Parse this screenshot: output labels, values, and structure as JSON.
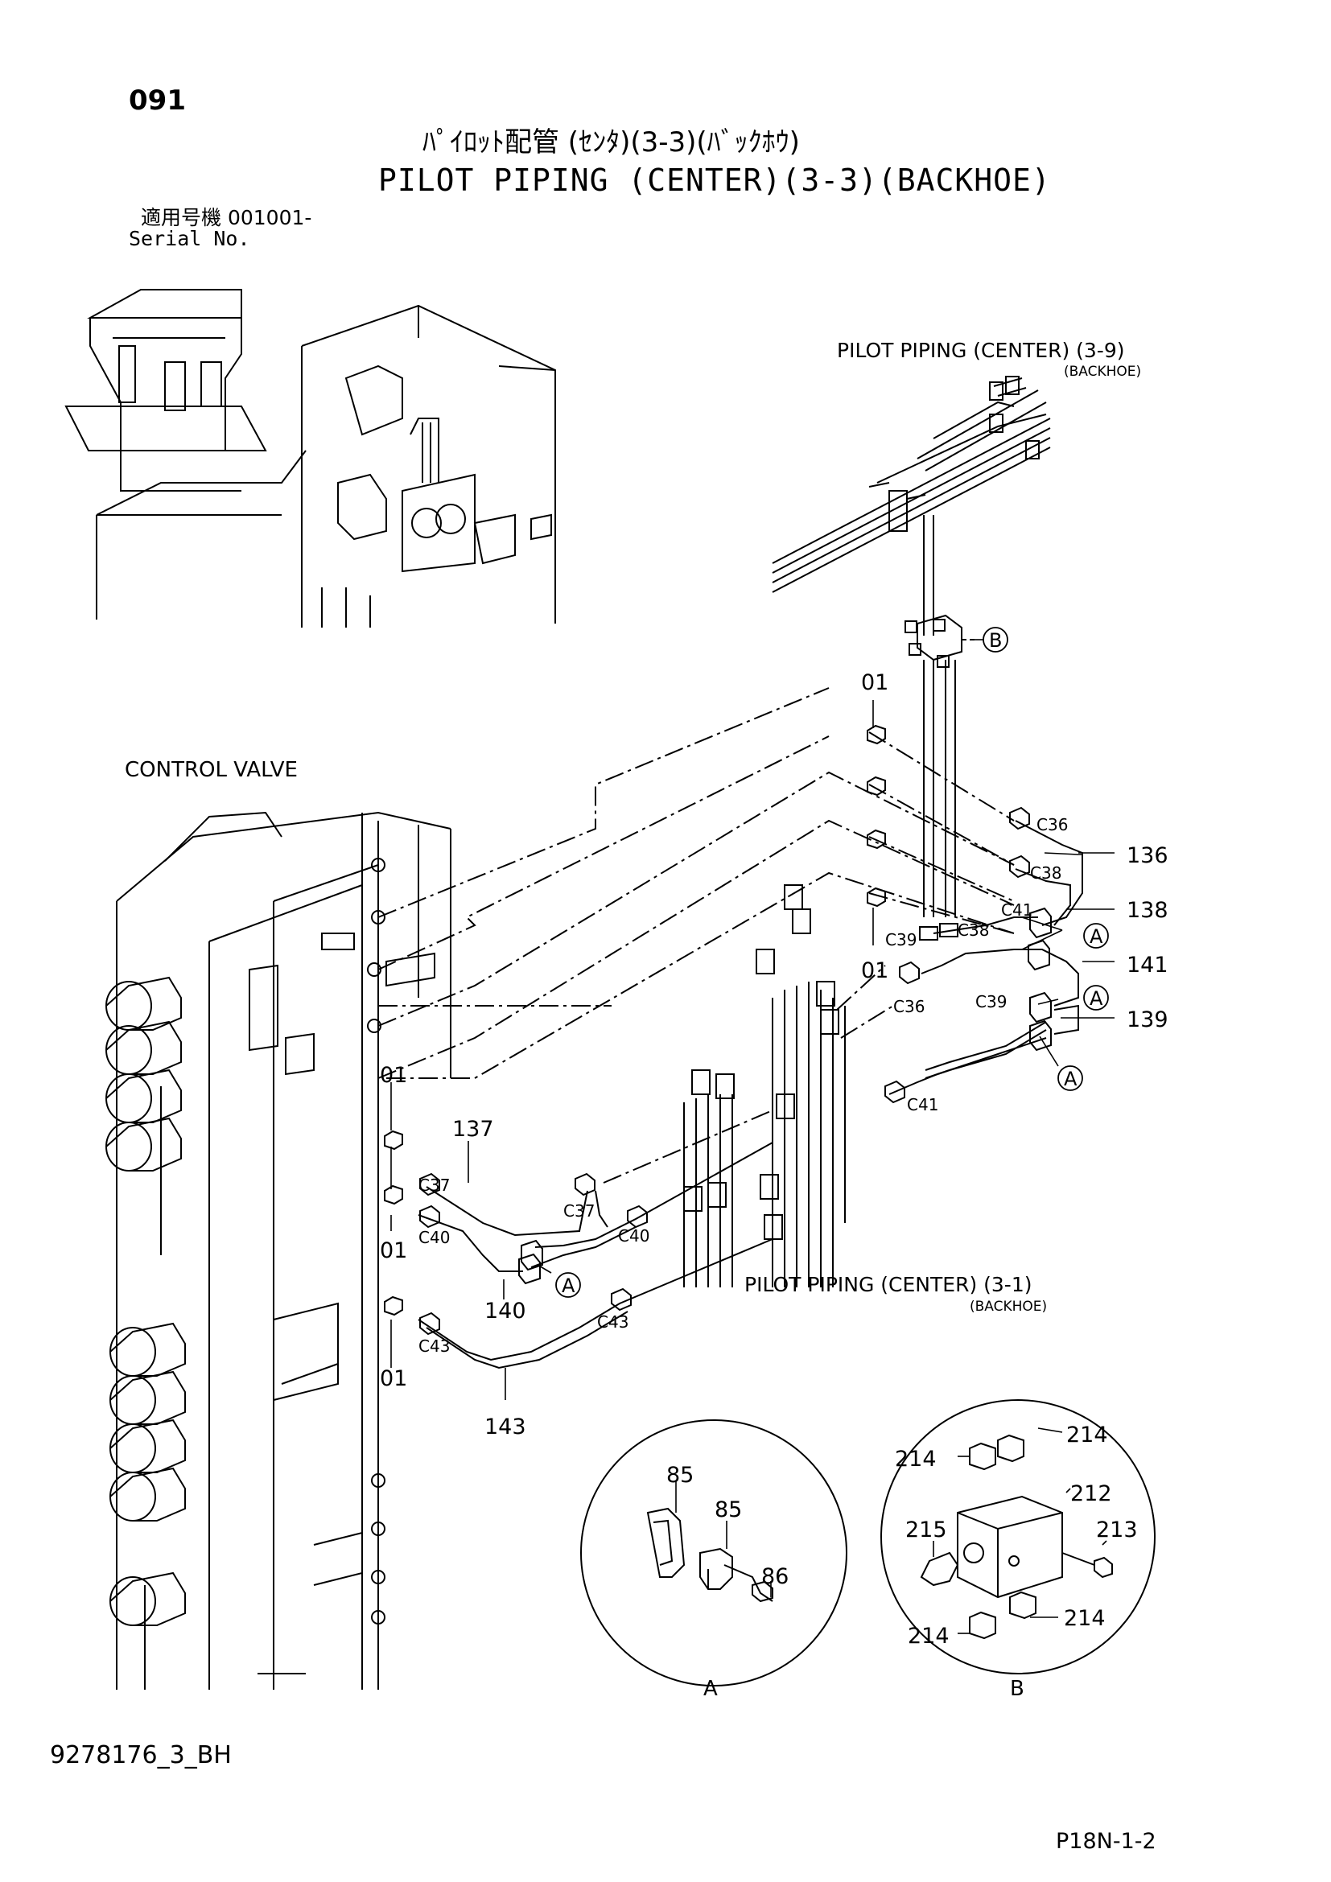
{
  "header": {
    "page_number": "091",
    "title_jp": "ﾊﾟｲﾛｯﾄ配管 (ｾﾝﾀ)(3-3)(ﾊﾞｯｸﾎｳ)",
    "title_en": "PILOT PIPING (CENTER)(3-3)(BACKHOE)",
    "serial_jp": "適用号機  001001-",
    "serial_en": "Serial No."
  },
  "references": {
    "pilot_39_main": "PILOT  PIPING (CENTER)  (3-9)",
    "pilot_39_sub": "(BACKHOE)",
    "pilot_31_main": "PILOT  PIPING (CENTER)  (3-1)",
    "pilot_31_sub": "(BACKHOE)",
    "control_valve": "CONTROL  VALVE"
  },
  "callouts": {
    "p01": "01",
    "p136": "136",
    "p137": "137",
    "p138": "138",
    "p139": "139",
    "p140": "140",
    "p141": "141",
    "p143": "143",
    "p85": "85",
    "p86": "86",
    "p212": "212",
    "p213": "213",
    "p214": "214",
    "p215": "215"
  },
  "connections": {
    "c36": "C36",
    "c37": "C37",
    "c38": "C38",
    "c39": "C39",
    "c40": "C40",
    "c41": "C41",
    "c43": "C43"
  },
  "details": {
    "a": "A",
    "b": "B"
  },
  "footer": {
    "drawing_code": "9278176_3_BH",
    "sheet_code": "P18N-1-2"
  }
}
